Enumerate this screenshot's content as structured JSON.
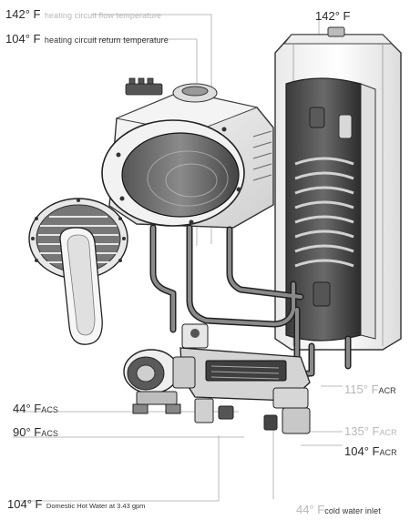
{
  "callouts": {
    "flow_temp": {
      "value": "142° F",
      "desc": "heating circuit flow temperature"
    },
    "return_temp": {
      "value": "104° F",
      "desc": "heating circuit return temperature"
    },
    "tank_top": {
      "value": "142° F"
    },
    "acs_upper": {
      "value": "44° F",
      "suffix": "ACS"
    },
    "acs_lower": {
      "value": "90° F",
      "suffix": "ACS"
    },
    "acr_1": {
      "value": "115° F",
      "suffix": "ACR"
    },
    "acr_2": {
      "value": "135° F",
      "suffix": "ACR"
    },
    "acr_3": {
      "value": "104° F",
      "suffix": "ACR"
    },
    "dhw": {
      "value": "104° F",
      "desc": "Domestic Hot Water at 3.43 gpm"
    },
    "cold_inlet": {
      "value": "44° F",
      "desc": "cold water inlet"
    }
  }
}
